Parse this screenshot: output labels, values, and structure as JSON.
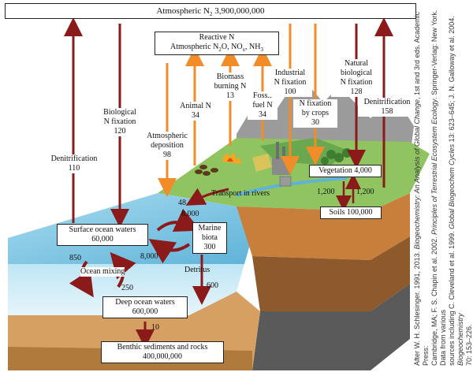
{
  "atmosphere": {
    "label": "Atmospheric N",
    "sub": "2",
    "value": "3,900,000,000"
  },
  "reactive_n": {
    "title": "Reactive N",
    "species": [
      {
        "t": "Atmospheric N"
      },
      {
        "sub": "2"
      },
      {
        "t": "O, NO"
      },
      {
        "sub": "x"
      },
      {
        "t": ", NH"
      },
      {
        "sub": "3"
      }
    ]
  },
  "labels": {
    "denitrification_ocean": [
      "Denitrification",
      "110"
    ],
    "biological_fixation_ocean": [
      "Biological",
      "N fixation",
      "120"
    ],
    "atmospheric_deposition": [
      "Atmospheric",
      "deposition",
      "98"
    ],
    "animal_n": [
      "Animal N",
      "34"
    ],
    "biomass_burning": [
      "Biomass",
      "burning N",
      "13"
    ],
    "fossil_fuel": [
      "Fossil",
      "fuel N",
      "34"
    ],
    "industrial_fixation": [
      "Industrial",
      "N fixation",
      "100"
    ],
    "fixation_by_crops": [
      "N fixation",
      "by crops",
      "30"
    ],
    "natural_fixation": [
      "Natural",
      "biological",
      "N fixation",
      "128"
    ],
    "denitrification_land": [
      "Denitrification",
      "158"
    ],
    "transport_rivers": "Transport in rivers",
    "rivers_value": "48",
    "veg_to_soil": "1,200",
    "soil_to_veg": "1,200",
    "marine_up": "8,000",
    "marine_down": "8,000",
    "detritus": "Detritus",
    "detritus_value": "600",
    "mix_down": "850",
    "mix_up": "250",
    "ocean_mixing": "Ocean mixing",
    "burial": "10"
  },
  "boxes": {
    "vegetation": "Vegetation 4,000",
    "soils": "Soils 100,000",
    "surface_ocean": [
      "Surface ocean waters",
      "60,000"
    ],
    "marine_biota": [
      "Marine",
      "biota",
      "300"
    ],
    "deep_ocean": [
      "Deep ocean waters",
      "600,000"
    ],
    "benthic": [
      "Benthic sediments and rocks",
      "400,000,000"
    ]
  },
  "citation": [
    {
      "t": "After W. H. Schlesinger. 1991, 2013. "
    },
    {
      "i": "Biogeochemistry: An Analysis of Global Change"
    },
    {
      "t": ", 1st and 3rd eds. Academic Press:"
    },
    {
      "t": "Cambridge, MA; F. S. Chapin et al. 2002. "
    },
    {
      "i": "Principles of Terrestrial Ecosystem Ecology"
    },
    {
      "t": ". Springer-Verlag: New York. Data from various"
    },
    {
      "t": "sources including C. Cleveland et al. 1999. "
    },
    {
      "i": "Global Biogeochem Cycles"
    },
    {
      "t": " 13: 623–645; J. N. Galloway et al. 2004. "
    },
    {
      "i": "Biogeochemistry"
    },
    {
      "t": "70: 153–226."
    }
  ],
  "colors": {
    "outflow_arrow": "#8b1a1a",
    "inflow_arrow": "#f28c28",
    "ocean": "#7ec8e3",
    "land": "#8fc460",
    "soil": "#c97f3c"
  }
}
